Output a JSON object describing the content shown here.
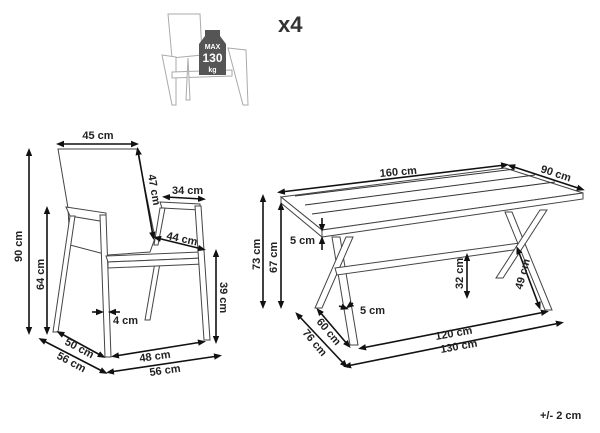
{
  "quantity_label": "x4",
  "max_load": {
    "line1": "MAX",
    "line2": "130",
    "line3": "kg"
  },
  "chair": {
    "backrest_width": "45 cm",
    "backrest_height": "47 cm",
    "armrest_length": "34 cm",
    "seat_depth": "44 cm",
    "total_height": "90 cm",
    "armrest_height": "64 cm",
    "seat_height": "39 cm",
    "leg_width": "4 cm",
    "inner_depth": "50 cm",
    "total_depth": "56 cm",
    "inner_width": "48 cm",
    "total_width": "56 cm"
  },
  "table": {
    "length": "160 cm",
    "width": "90 cm",
    "total_height": "73 cm",
    "leg_height": "67 cm",
    "top_thickness": "5 cm",
    "stretcher_height": "32 cm",
    "leg_diagonal": "49 cm",
    "leg_width": "5 cm",
    "inner_leg_depth": "60 cm",
    "outer_leg_depth": "76 cm",
    "inner_leg_span": "120 cm",
    "outer_leg_span": "130 cm"
  },
  "tolerance": "+/- 2 cm"
}
